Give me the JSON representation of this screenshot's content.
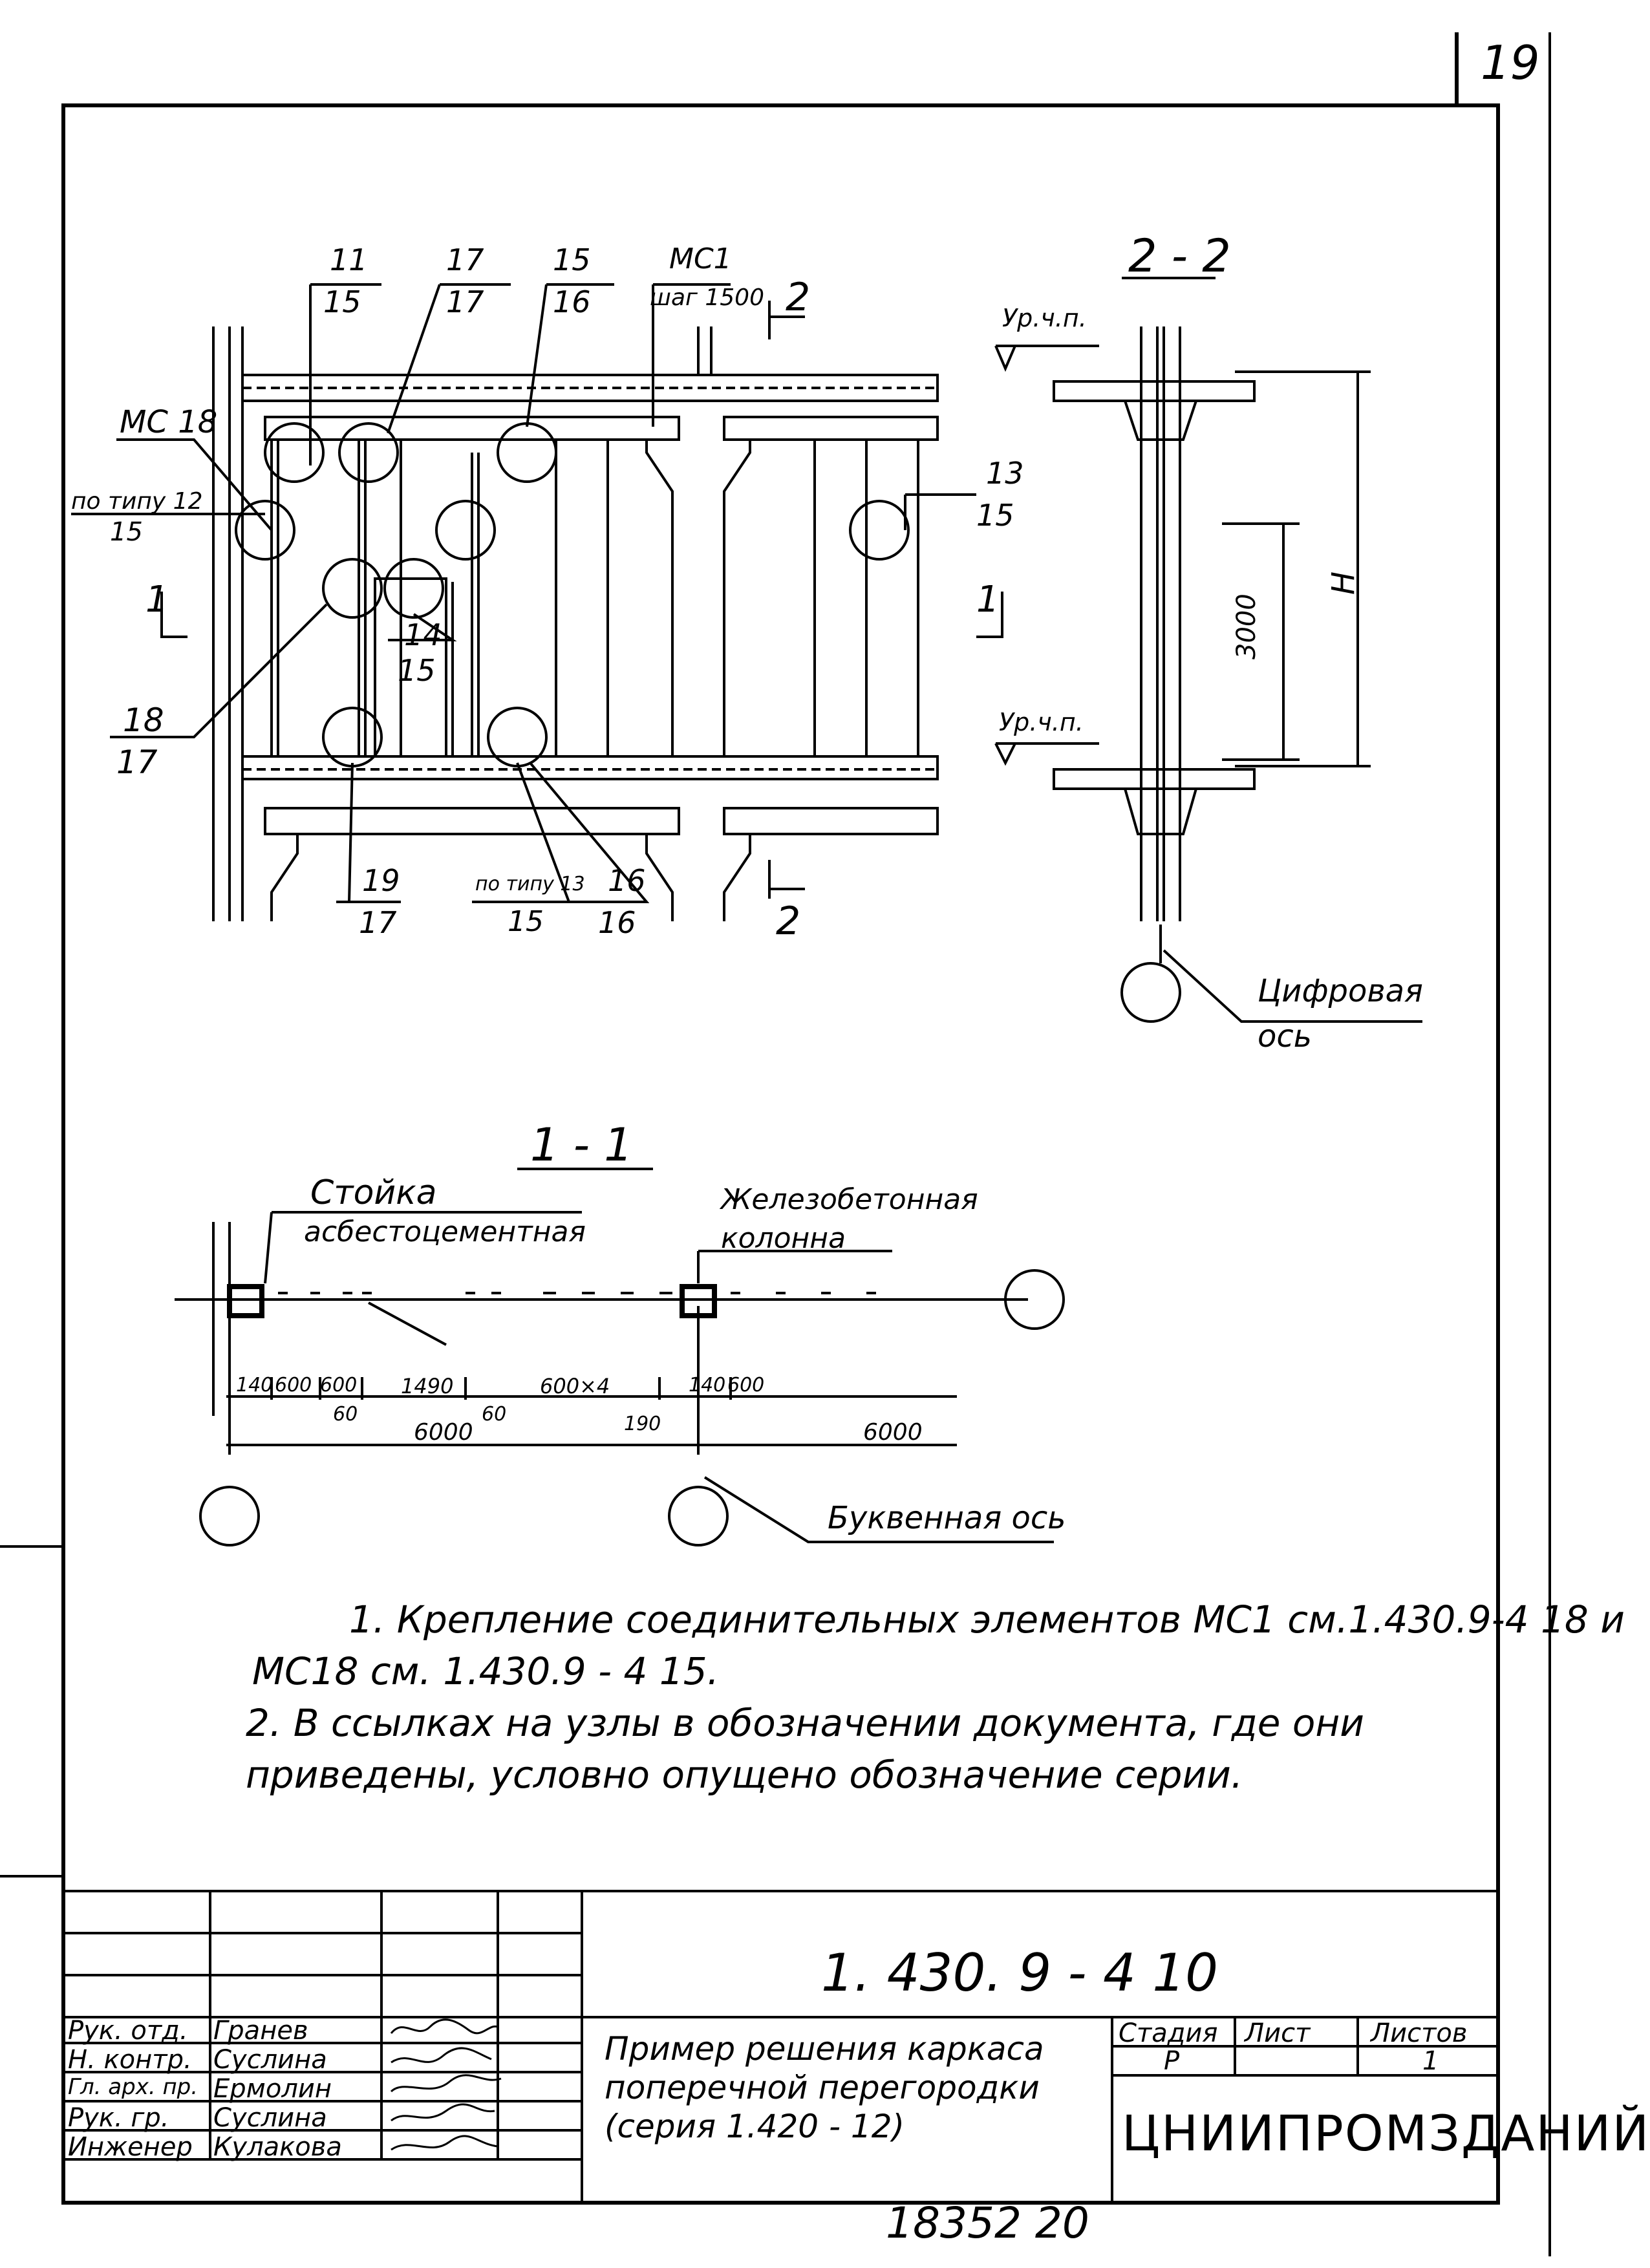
{
  "page_number": "19",
  "sheet": {
    "section_2_2": "2 - 2",
    "section_1_1": "1 - 1",
    "marker_2": "2",
    "marker_1": "1"
  },
  "plan_view": {
    "callouts": [
      {
        "top": "11",
        "bottom": "15"
      },
      {
        "top": "17",
        "bottom": "17"
      },
      {
        "top": "15",
        "bottom": "16"
      },
      {
        "top": "МС1",
        "bottom": "шаг 1500"
      },
      {
        "top": "13",
        "bottom": "15"
      },
      {
        "top": "14",
        "bottom": "15"
      },
      {
        "top": "18",
        "bottom": "17"
      },
      {
        "top": "19",
        "bottom": "17"
      },
      {
        "top": "по типу 13",
        "bottom": "15"
      },
      {
        "top": "16",
        "bottom": "16"
      },
      {
        "top": "по типу 12",
        "bottom": "15"
      }
    ],
    "mc18": "МС 18"
  },
  "section_2_2": {
    "level_top": "Ур.ч.п.",
    "level_bottom": "Ур.ч.п.",
    "dim_3000": "3000",
    "dim_h": "Н",
    "axis_label_1": "Цифровая",
    "axis_label_2": "ось"
  },
  "section_1_1": {
    "stoika_1": "Стойка",
    "stoika_2": "асбестоцементная",
    "column_1": "Железобетонная",
    "column_2": "колонна",
    "dims_top": [
      "140",
      "600",
      "600",
      "1490",
      "600×4",
      "140",
      "600"
    ],
    "dims_small": [
      "60",
      "60",
      "190"
    ],
    "dim_6000_left": "6000",
    "dim_6000_right": "6000",
    "letter_axis": "Буквенная ось"
  },
  "notes": {
    "line1": "1. Крепление соединительных элементов МС1 см.1.430.9-4 18 и",
    "line2": "МС18 см. 1.430.9 - 4 15.",
    "line3": "2. В ссылках на узлы в обозначении документа, где они",
    "line4": "приведены, условно опущено обозначение серии."
  },
  "title_block": {
    "designation": "1. 430. 9 - 4 10",
    "title_1": "Пример решения каркаса",
    "title_2": "поперечной перегородки",
    "title_3": "(серия 1.420 - 12)",
    "stage_header": "Стадия",
    "sheet_header": "Лист",
    "sheets_header": "Листов",
    "stage_value": "Р",
    "sheets_value": "1",
    "organization": "ЦНИИПРОМЗДАНИЙ",
    "roles": [
      "Рук. отд.",
      "Н. контр.",
      "Гл. арх. пр.",
      "Рук. гр.",
      "Инженер"
    ],
    "names": [
      "Гранев",
      "Суслина",
      "Ермолин",
      "Суслина",
      "Кулакова"
    ]
  },
  "bottom_code": "18352 20"
}
